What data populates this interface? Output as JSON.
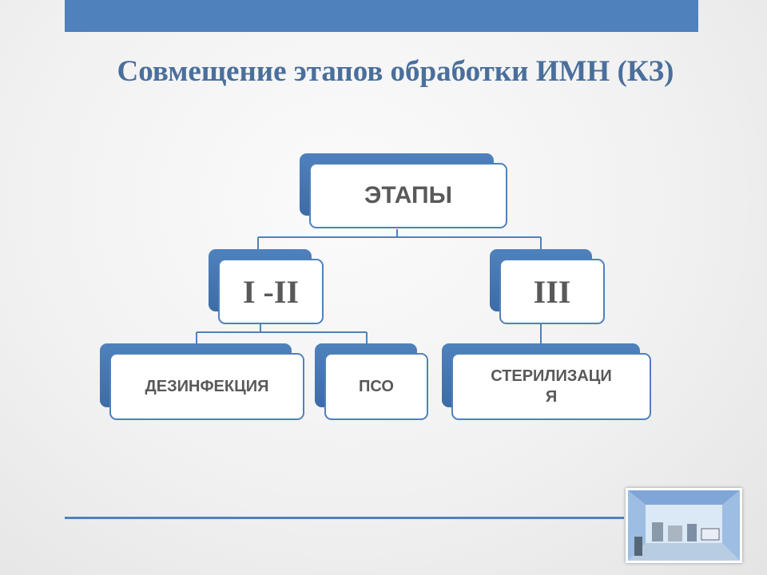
{
  "slide": {
    "title": "Совмещение этапов обработки ИМН (КЗ)"
  },
  "diagram": {
    "root": "ЭТАПЫ",
    "level1": [
      "I -II",
      "III"
    ],
    "level2": [
      "ДЕЗИНФЕКЦИЯ",
      "ПСО",
      "СТЕРИЛИЗАЦИЯ"
    ],
    "level2_lines": {
      "sterilization_line1": "СТЕРИЛИЗАЦИ",
      "sterilization_line2": "Я"
    }
  },
  "colors": {
    "accent": "#4f81bd",
    "title": "#4a6f9c",
    "node_text": "#595959"
  }
}
